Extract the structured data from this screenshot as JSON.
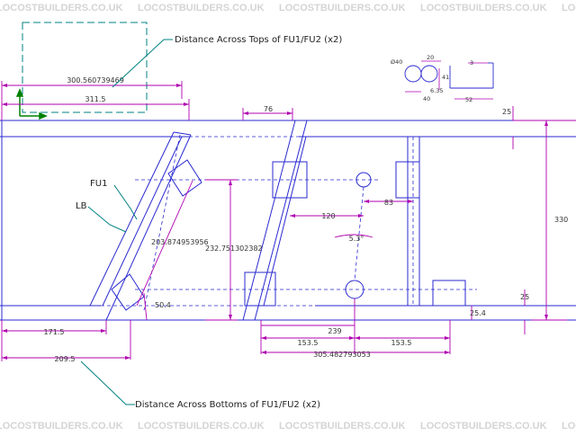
{
  "watermark": "LOCOSTBUILDERS.CO.UK",
  "colors": {
    "structure": "#2a2ad0",
    "dimension": "#b000b0",
    "annotation": "#008080",
    "ucs": "#008000",
    "text": "#222222",
    "watermark": "#d4d4d4"
  },
  "annotations": {
    "top_note": "Distance Across Tops of FU1/FU2 (x2)",
    "bottom_note": "Distance Across Bottoms of FU1/FU2 (x2)",
    "fu1": "FU1",
    "lb": "LB"
  },
  "dimensions": {
    "d_300": "300.560739469",
    "d_311": "311.5",
    "d_76": "76",
    "d_25_top": "25",
    "d_330": "330",
    "d_25_bottom": "25",
    "d_120": "120",
    "d_83": "83",
    "d_angle": "5.3°",
    "d_203": "203.874953956",
    "d_232": "232.751302382",
    "d_50": "50.4",
    "d_171": "171.5",
    "d_209": "209.5",
    "d_239": "239",
    "d_153_left": "153.5",
    "d_153_right": "153.5",
    "d_305": "305.482793053",
    "d_25_4": "25.4"
  },
  "detail": {
    "d_40": "Ø40",
    "d_20": "20",
    "d_3": "3",
    "d_41": "41",
    "d_6": "6.35",
    "d_40b": "40",
    "d_52": "52"
  }
}
